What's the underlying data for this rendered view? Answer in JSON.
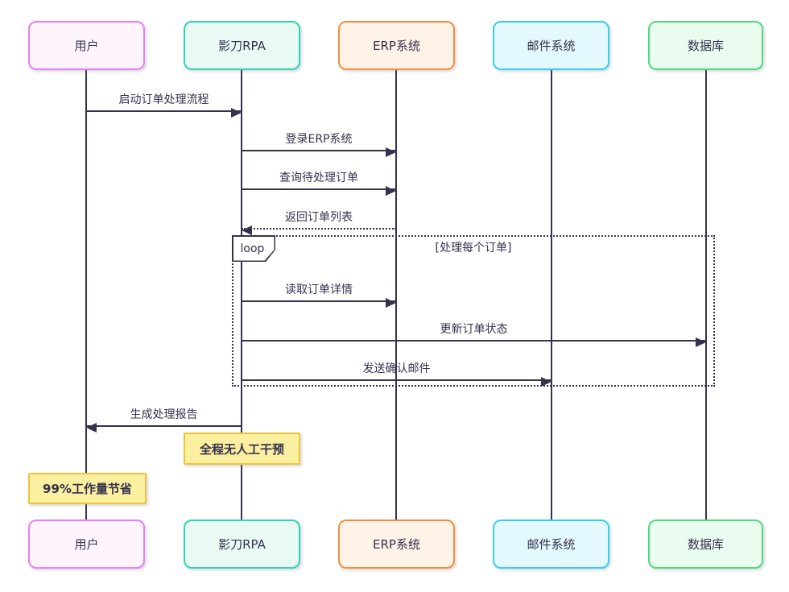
{
  "diagram": {
    "type": "sequence-diagram",
    "background": "#ffffff",
    "line_color": "#35324e"
  },
  "actors": [
    {
      "id": "user",
      "label": "用户",
      "border": "#e97ef5",
      "fill": "#fdf4fe"
    },
    {
      "id": "yingdao-rpa",
      "label": "影刀RPA",
      "border": "#2fd6b3",
      "fill": "#e9faf5"
    },
    {
      "id": "erp",
      "label": "ERP系统",
      "border": "#f68f3c",
      "fill": "#fdf3e7"
    },
    {
      "id": "mail",
      "label": "邮件系统",
      "border": "#36d0ee",
      "fill": "#e4f9fd"
    },
    {
      "id": "database",
      "label": "数据库",
      "border": "#52da7c",
      "fill": "#eafbf0"
    }
  ],
  "messages": [
    {
      "label": "启动订单处理流程",
      "from": "用户",
      "to": "影刀RPA",
      "line": "solid",
      "direction": "right",
      "in_loop": false
    },
    {
      "label": "登录ERP系统",
      "from": "影刀RPA",
      "to": "ERP系统",
      "line": "solid",
      "direction": "right",
      "in_loop": false
    },
    {
      "label": "查询待处理订单",
      "from": "影刀RPA",
      "to": "ERP系统",
      "line": "solid",
      "direction": "right",
      "in_loop": false
    },
    {
      "label": "返回订单列表",
      "from": "ERP系统",
      "to": "影刀RPA",
      "line": "dotted",
      "direction": "left",
      "in_loop": false
    },
    {
      "label": "读取订单详情",
      "from": "影刀RPA",
      "to": "ERP系统",
      "line": "solid",
      "direction": "right",
      "in_loop": true
    },
    {
      "label": "更新订单状态",
      "from": "影刀RPA",
      "to": "数据库",
      "line": "solid",
      "direction": "right",
      "in_loop": true
    },
    {
      "label": "发送确认邮件",
      "from": "影刀RPA",
      "to": "邮件系统",
      "line": "solid",
      "direction": "right",
      "in_loop": true
    },
    {
      "label": "生成处理报告",
      "from": "影刀RPA",
      "to": "用户",
      "line": "solid",
      "direction": "left",
      "in_loop": false
    }
  ],
  "loop": {
    "label": "loop",
    "condition": "[处理每个订单]"
  },
  "notes": [
    {
      "label": "全程无人工干预",
      "over": "影刀RPA",
      "fill": "#fbf0a0",
      "border": "#eec43c"
    },
    {
      "label": "99%工作量节省",
      "over": "用户",
      "fill": "#fbf0a0",
      "border": "#eec43c"
    }
  ]
}
